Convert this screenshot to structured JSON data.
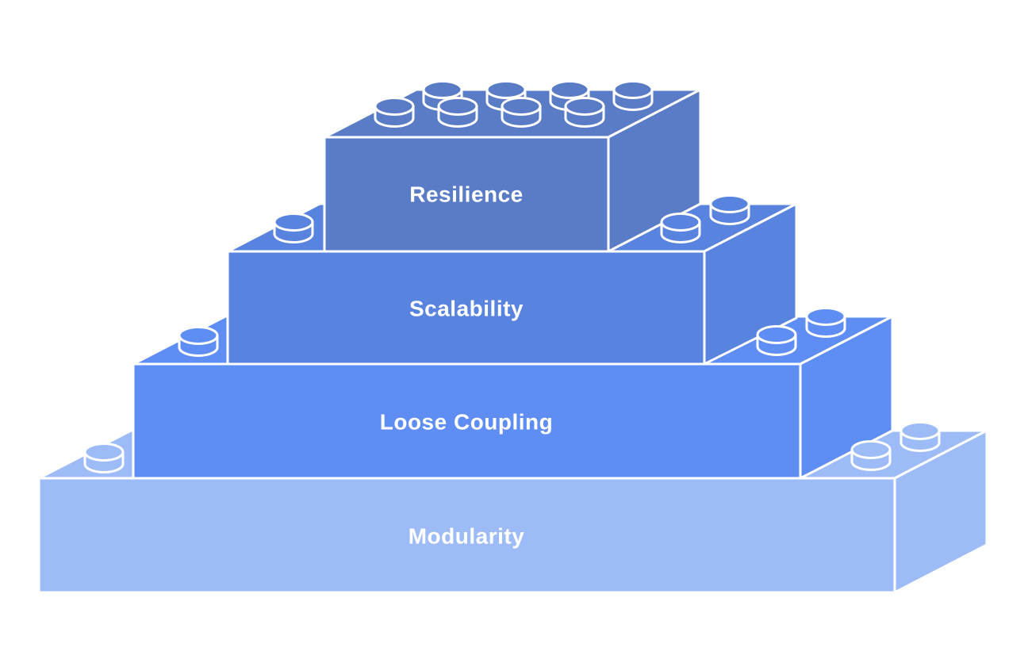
{
  "diagram": {
    "type": "lego-brick-pyramid",
    "background_color": "#ffffff",
    "outline_color": "#ffffff",
    "label_color": "#ffffff",
    "bricks": [
      {
        "label": "Resilience",
        "color": "#5a7cc7",
        "position": "top"
      },
      {
        "label": "Scalability",
        "color": "#5883de",
        "position": "second"
      },
      {
        "label": "Loose Coupling",
        "color": "#5e8ef4",
        "position": "third"
      },
      {
        "label": "Modularity",
        "color": "#9dbcf7",
        "position": "bottom"
      }
    ]
  }
}
